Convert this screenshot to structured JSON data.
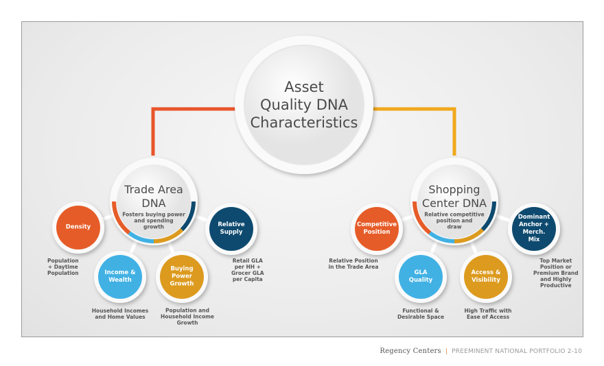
{
  "main": {
    "title": "Asset\nQuality DNA\nCharacteristics"
  },
  "colors": {
    "orange": "#e65c28",
    "blue": "#41b1e4",
    "gold": "#dc9a1e",
    "navy": "#0e4a6f",
    "line_left": "#e8542a",
    "line_right": "#f0a81c"
  },
  "trade_area": {
    "title": "Trade Area\nDNA",
    "subtitle": "Fosters buying power\nand spending\ngrowth",
    "nodes": [
      {
        "label": "Density",
        "caption": "Population\n+ Daytime\nPopulation"
      },
      {
        "label": "Income &\nWealth",
        "caption": "Household Incomes\nand Home Values"
      },
      {
        "label": "Buying\nPower\nGrowth",
        "caption": "Population and\nHousehold Income\nGrowth"
      },
      {
        "label": "Relative\nSupply",
        "caption": "Retail GLA\nper HH +\nGrocer GLA\nper Capita"
      }
    ]
  },
  "shopping_center": {
    "title": "Shopping\nCenter DNA",
    "subtitle": "Relative competitive\nposition and\ndraw",
    "nodes": [
      {
        "label": "Competitive\nPosition",
        "caption": "Relative Position\nin the Trade Area"
      },
      {
        "label": "GLA\nQuality",
        "caption": "Functional &\nDesirable Space"
      },
      {
        "label": "Access &\nVisibility",
        "caption": "High Traffic with\nEase of Access"
      },
      {
        "label": "Dominant\nAnchor +\nMerch.\nMix",
        "caption": "Top Market\nPosition or\nPremium Brand\nand Highly\nProductive"
      }
    ]
  },
  "footer": {
    "brand": "Regency Centers",
    "separator": "|",
    "text": "PREEMINENT NATIONAL PORTFOLIO 2-10"
  }
}
